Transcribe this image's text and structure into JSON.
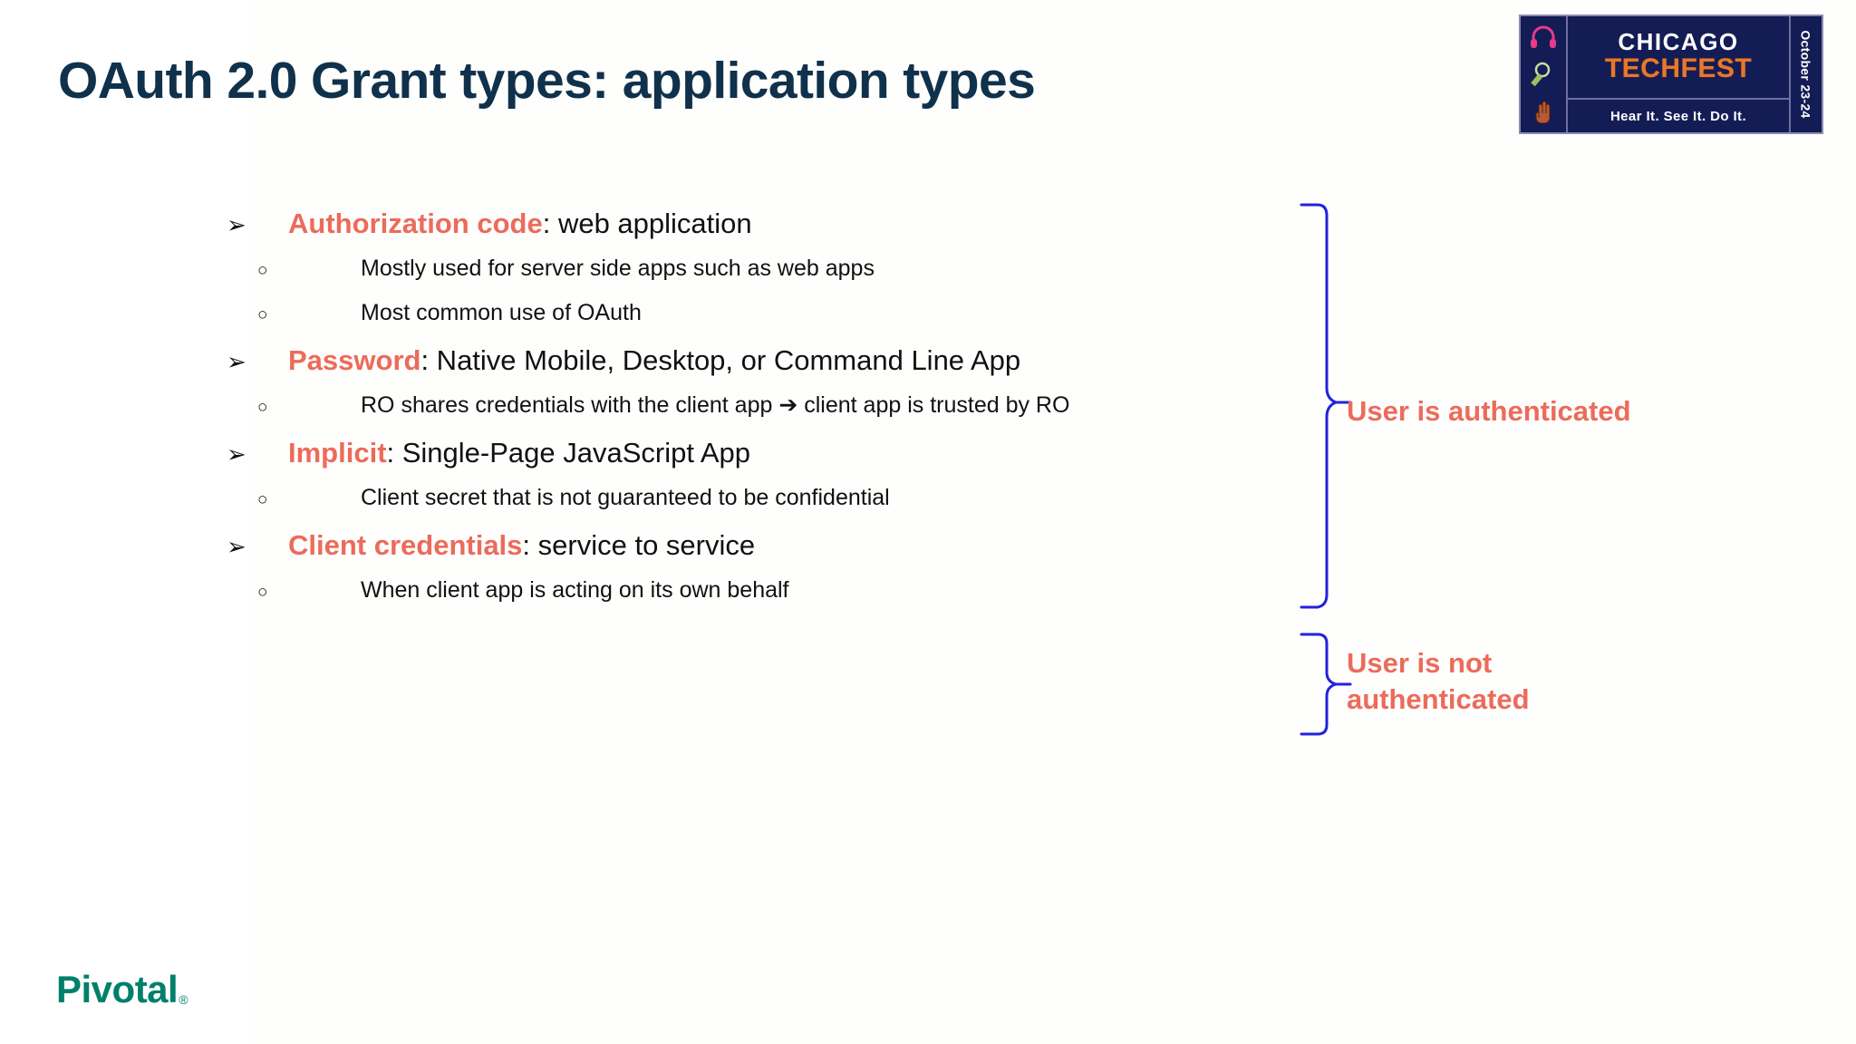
{
  "slide": {
    "title": "OAuth 2.0 Grant types: application types",
    "title_color": "#10314B",
    "accent_color": "#EC6B5A",
    "bracket_color": "#2222DD",
    "background": "#ffffff"
  },
  "logo": {
    "name": "chicago-techfest-logo",
    "line1": "CHICAGO",
    "line2": "TECHFEST",
    "tagline": "Hear It.  See It.  Do It.",
    "date": "October 23-24",
    "bg_color": "#141C55",
    "line1_color": "#FFFFFF",
    "line2_color": "#E8772A",
    "icons": [
      "headphones-icon",
      "magnifier-icon",
      "hand-icon"
    ]
  },
  "bullets": [
    {
      "marker": "➢",
      "highlight": "Authorization code",
      "rest": ": web application",
      "sub": [
        {
          "marker": "○",
          "text": "Mostly used for server side apps such as web apps"
        },
        {
          "marker": "○",
          "text": "Most common use of OAuth"
        }
      ]
    },
    {
      "marker": "➢",
      "highlight": "Password",
      "rest": ": Native Mobile, Desktop, or Command Line App",
      "sub": [
        {
          "marker": "○",
          "text": "RO shares credentials with the client app ➔ client app is trusted by RO"
        }
      ]
    },
    {
      "marker": "➢",
      "highlight": "Implicit",
      "rest": ": Single-Page JavaScript App",
      "sub": [
        {
          "marker": "○",
          "text": "Client secret that is not guaranteed to be confidential"
        }
      ]
    },
    {
      "marker": "➢",
      "highlight": "Client credentials",
      "rest": ": service to service",
      "sub": [
        {
          "marker": "○",
          "text": "When client app is acting on its own behalf"
        }
      ]
    }
  ],
  "annotations": [
    {
      "name": "user-is-authenticated",
      "text": "User is authenticated"
    },
    {
      "name": "user-is-not-authenticated",
      "text": "User is not authenticated"
    }
  ],
  "footer": {
    "brand": "Pivotal",
    "brand_mark": "®",
    "brand_color": "#00806A"
  }
}
